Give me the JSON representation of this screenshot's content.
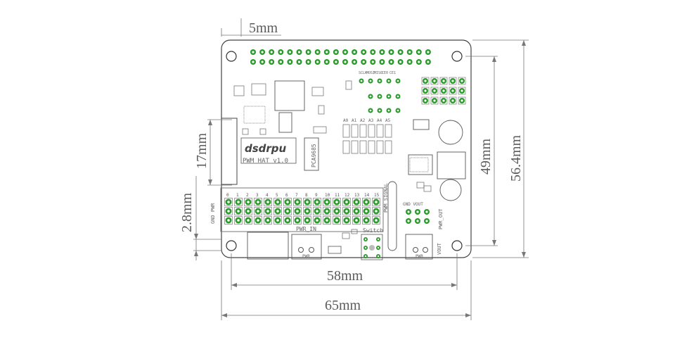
{
  "dimensions": {
    "hole_offset": "5mm",
    "hole_spacing_horizontal": "58mm",
    "board_width": "65mm",
    "hole_spacing_vertical": "49mm",
    "board_height": "56.4mm",
    "header_offset": "17mm",
    "edge_offset": "2.8mm"
  },
  "board": {
    "logo": "dsdrpu",
    "title": "PWM HAT v1.0",
    "chip_label": "PCA9685",
    "pwm_channel_labels": [
      "0",
      "1",
      "2",
      "3",
      "4",
      "5",
      "6",
      "7",
      "8",
      "9",
      "10",
      "11",
      "12",
      "13",
      "14",
      "15"
    ],
    "pwm_header_label": "PWM SIGNAL",
    "pwm_side_label": "GND PWR",
    "pwr_in_label": "PWR_IN",
    "switch_label": "Switch",
    "pwr_out_label": "PWR_OUT",
    "vout_label": "VOUT",
    "pwr_out_header_label": "GND VOUT",
    "addr_labels": [
      "A0",
      "A1",
      "A2",
      "A3",
      "A4",
      "A5"
    ],
    "i2c_labels": [
      "SCLK",
      "MOSI",
      "MISO",
      "CE0",
      "CE1"
    ],
    "connector_labels": [
      "PWR",
      "PWR"
    ]
  },
  "colors": {
    "pad_green": "#2a9a2a",
    "board_line": "#444444",
    "dimension_line": "#777777"
  }
}
